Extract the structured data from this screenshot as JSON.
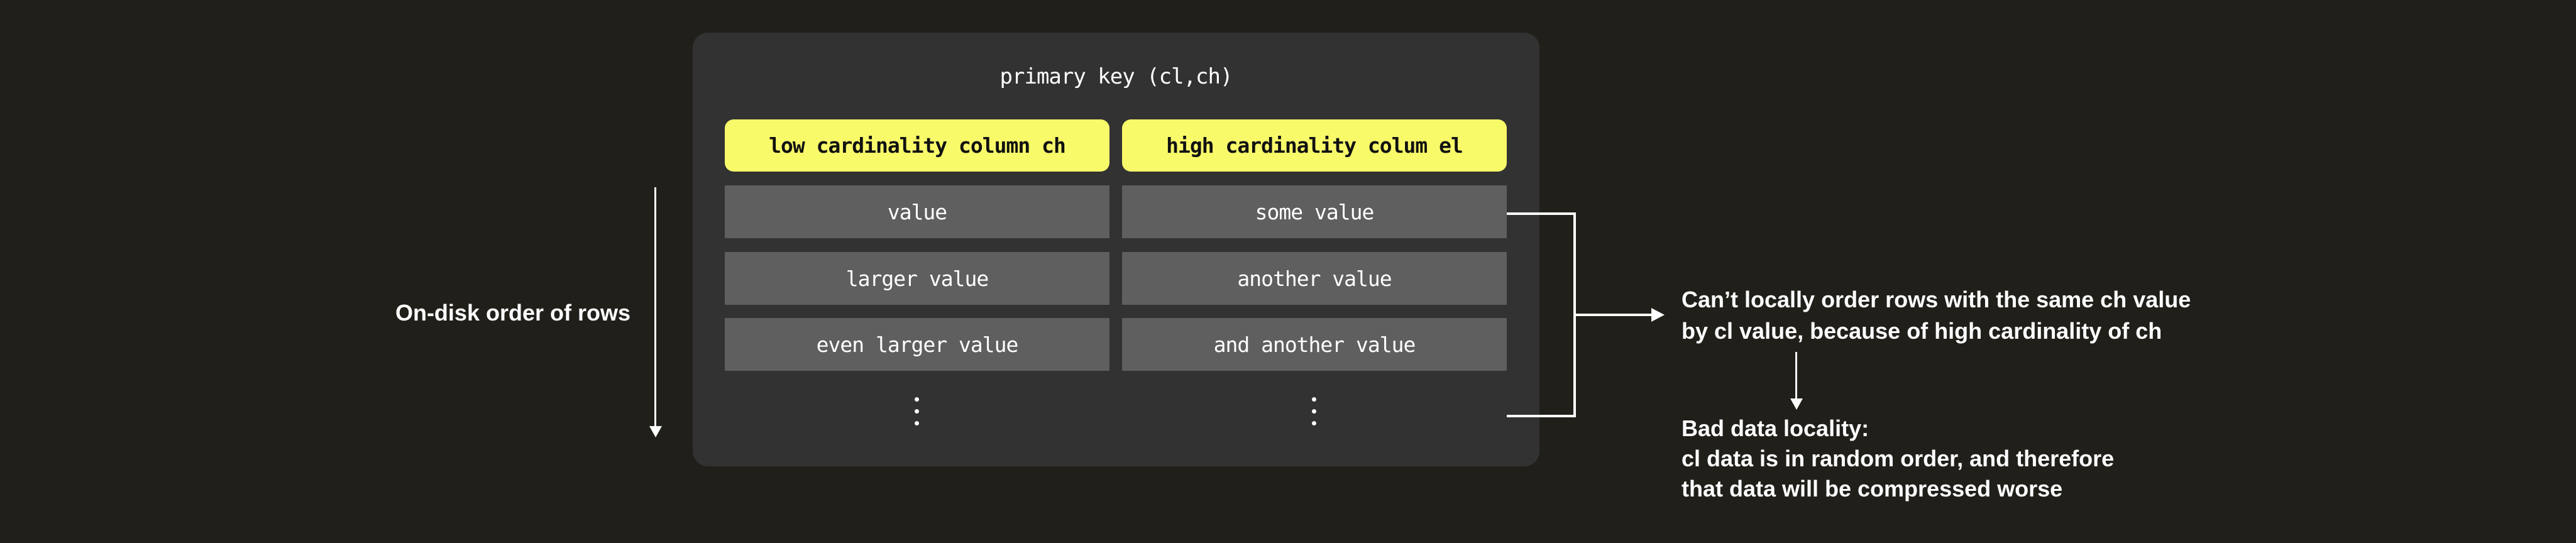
{
  "diagram": {
    "title": "primary key (cl,ch)",
    "columns": [
      {
        "header": "low cardinality column ch",
        "rows": [
          "value",
          "larger value",
          "even larger value"
        ]
      },
      {
        "header": "high cardinality colum el",
        "rows": [
          "some value",
          "another value",
          "and another value"
        ]
      }
    ],
    "left_annotation": "On-disk order of rows",
    "right_annotation_cardinality": {
      "line1": "Can’t locally order rows with the same ch value",
      "line2": "by cl value, because of high cardinality of ch"
    },
    "right_annotation_locality": {
      "line1": "Bad data locality:",
      "line2": "cl data is in random order, and therefore",
      "line3": "that data will be compressed worse"
    },
    "icons": {
      "row_continuation": "vertical-ellipsis",
      "order_direction": "arrow-down",
      "consequence": "arrow-down",
      "bracket_pointer": "arrow-right"
    },
    "colors": {
      "background": "#201f1a",
      "panel": "#323232",
      "row": "#5f5f5f",
      "header_highlight": "#f8fa6a",
      "text_light": "#ffffff",
      "text_dark": "#111111",
      "connector": "#ffffff"
    }
  }
}
